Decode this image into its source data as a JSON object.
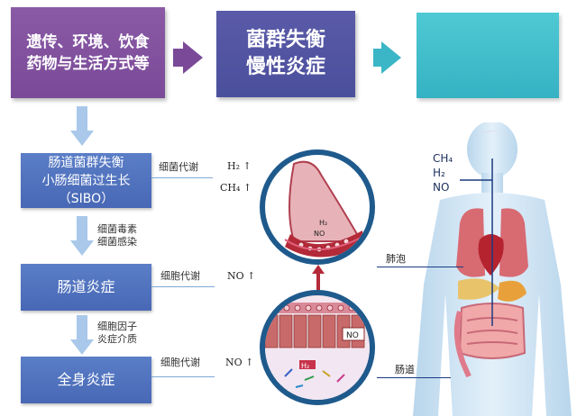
{
  "top_row": {
    "box1_line1": "遗传、环境、饮食",
    "box1_line2": "药物与生活方式等",
    "box2_line1": "菌群失衡",
    "box2_line2": "慢性炎症",
    "box3_text": ""
  },
  "left_flow": {
    "sibo_line1": "肠道菌群失衡",
    "sibo_line2": "小肠细菌过生长",
    "sibo_line3": "（SIBO）",
    "toxin_line1": "细菌毒素",
    "toxin_line2": "细菌感染",
    "gut_inflammation": "肠道炎症",
    "factor_line1": "细胞因子",
    "factor_line2": "炎症介质",
    "systemic_inflammation": "全身炎症"
  },
  "metabolism": {
    "bacterial": "细菌代谢",
    "cellular1": "细胞代谢",
    "cellular2": "细胞代谢",
    "h2": "H₂ ↑",
    "ch4": "CH₄ ↑",
    "no1": "NO ↑",
    "no2": "NO ↑"
  },
  "illustration": {
    "alveoli_h2": "H₂",
    "alveoli_no": "NO",
    "gut_no": "NO",
    "gut_h2": "H₂"
  },
  "body": {
    "ch4": "CH₄",
    "h2": "H₂",
    "no": "NO",
    "alveoli_label": "肺泡",
    "intestine_label": "肠道"
  },
  "colors": {
    "purple": "#7a4a98",
    "indigo": "#4a4f9c",
    "teal": "#35b2c3",
    "blue": "#4868b5",
    "arrow_light_blue": "#a9c8ea"
  }
}
